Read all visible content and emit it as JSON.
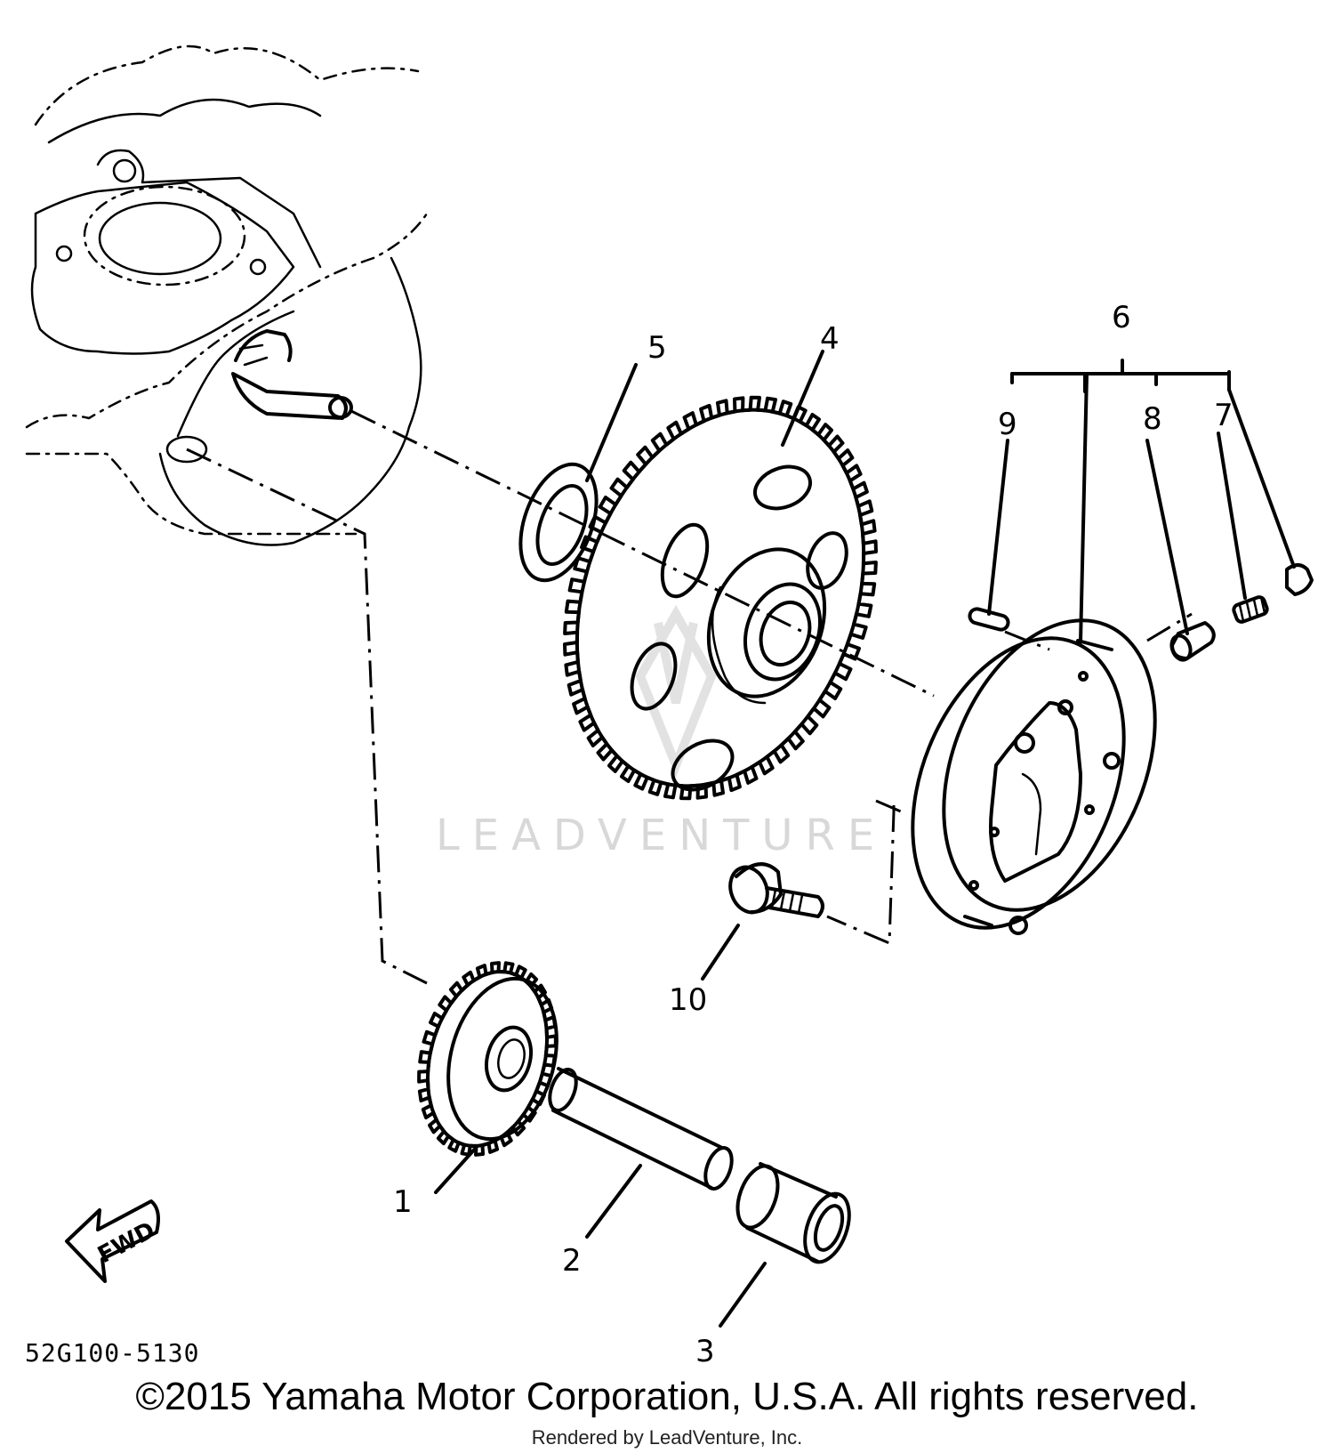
{
  "diagram": {
    "callouts": [
      "1",
      "2",
      "3",
      "4",
      "5",
      "6",
      "7",
      "8",
      "9",
      "10"
    ],
    "direction_label": "FWD",
    "drawing_code": "52G100-5130",
    "watermark_text": "LEADVENTURE"
  },
  "footer": {
    "copyright": "©2015 Yamaha Motor Corporation, U.S.A. All rights reserved.",
    "rendered_by": "Rendered by LeadVenture, Inc."
  },
  "colors": {
    "ink": "#000000",
    "watermark": "#d8d8d8",
    "background": "#ffffff"
  }
}
